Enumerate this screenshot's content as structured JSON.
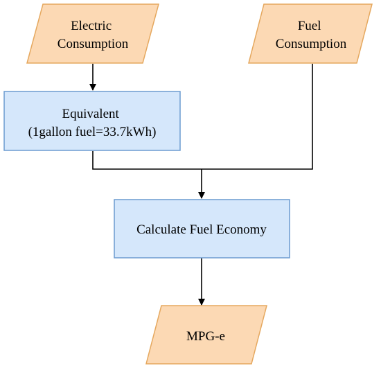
{
  "nodes": {
    "electric_consumption": {
      "lines": [
        "Electric",
        "Consumption"
      ]
    },
    "fuel_consumption": {
      "lines": [
        "Fuel",
        "Consumption"
      ]
    },
    "equivalent": {
      "lines": [
        "Equivalent",
        "(1gallon fuel=33.7kWh)"
      ]
    },
    "calculate_fuel_economy": {
      "lines": [
        "Calculate Fuel Economy"
      ]
    },
    "mpg_e": {
      "lines": [
        "MPG-e"
      ]
    }
  },
  "colors": {
    "io_fill": "#fcd9b4",
    "io_stroke": "#e5a85f",
    "process_fill": "#d5e7fb",
    "process_stroke": "#6c9bd0",
    "connector": "#000000"
  }
}
